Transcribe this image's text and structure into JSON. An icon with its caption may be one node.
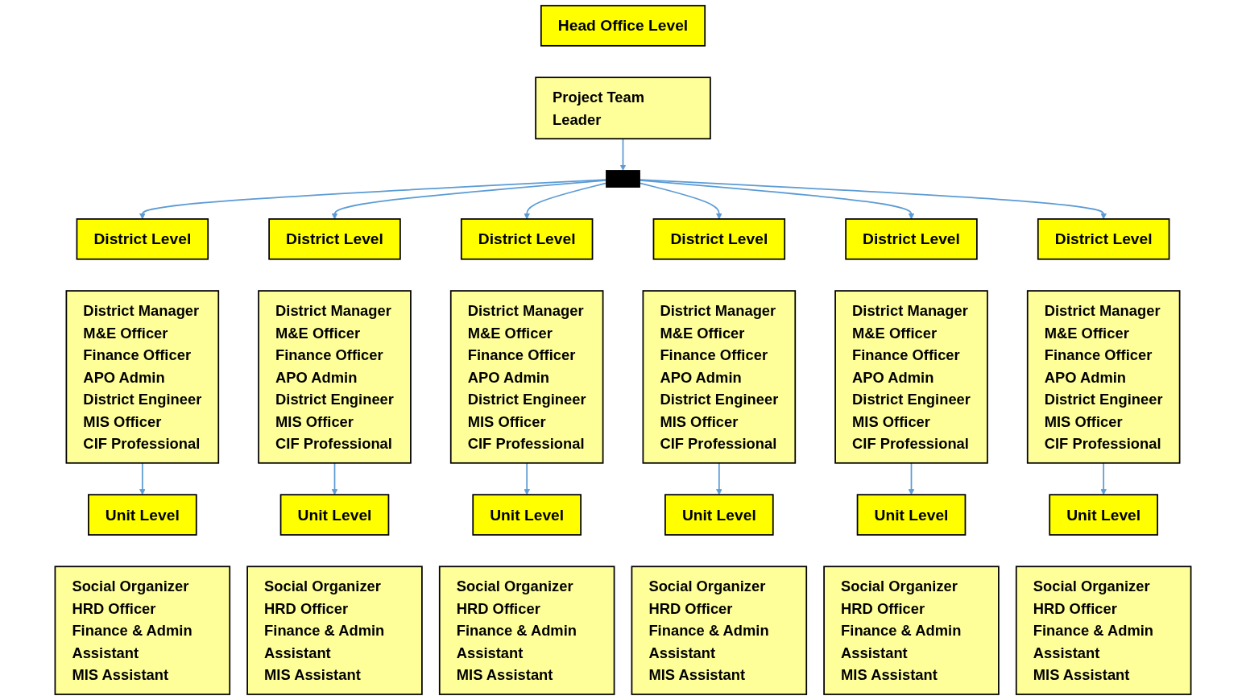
{
  "diagram": {
    "nodes": [
      {
        "text": [
          "Head Office Level"
        ]
      },
      {
        "text": [
          "Project Team Leader"
        ]
      },
      {
        "text": [],
        "shape": "bar"
      },
      {
        "text": [
          "District Level"
        ]
      },
      {
        "text": [
          "District Manager",
          "M&E Officer",
          "Finance Officer",
          "APO Admin",
          "District Engineer",
          "MIS Officer",
          "CIF Professional"
        ]
      },
      {
        "text": [
          "Unit Level"
        ]
      },
      {
        "text": [
          "Social Organizer",
          "HRD Officer",
          "Finance & Admin Assistant",
          "MIS Assistant"
        ]
      },
      {
        "text": [
          "District Level"
        ]
      },
      {
        "text": [
          "District Manager",
          "M&E Officer",
          "Finance Officer",
          "APO Admin",
          "District Engineer",
          "MIS Officer",
          "CIF Professional"
        ]
      },
      {
        "text": [
          "Unit Level"
        ]
      },
      {
        "text": [
          "Social Organizer",
          "HRD Officer",
          "Finance & Admin Assistant",
          "MIS Assistant"
        ]
      },
      {
        "text": [
          "District Level"
        ]
      },
      {
        "text": [
          "District Manager",
          "M&E Officer",
          "Finance Officer",
          "APO Admin",
          "District Engineer",
          "MIS Officer",
          "CIF Professional"
        ]
      },
      {
        "text": [
          "Unit Level"
        ]
      },
      {
        "text": [
          "Social Organizer",
          "HRD Officer",
          "Finance & Admin Assistant",
          "MIS Assistant"
        ]
      },
      {
        "text": [
          "District Level"
        ]
      },
      {
        "text": [
          "District Manager",
          "M&E Officer",
          "Finance Officer",
          "APO Admin",
          "District Engineer",
          "MIS Officer",
          "CIF Professional"
        ]
      },
      {
        "text": [
          "Unit Level"
        ]
      },
      {
        "text": [
          "Social Organizer",
          "HRD Officer",
          "Finance & Admin Assistant",
          "MIS Assistant"
        ]
      },
      {
        "text": [
          "District Level"
        ]
      },
      {
        "text": [
          "District Manager",
          "M&E Officer",
          "Finance Officer",
          "APO Admin",
          "District Engineer",
          "MIS Officer",
          "CIF Professional"
        ]
      },
      {
        "text": [
          "Unit Level"
        ]
      },
      {
        "text": [
          "Social Organizer",
          "HRD Officer",
          "Finance & Admin Assistant",
          "MIS Assistant"
        ]
      },
      {
        "text": [
          "District Level"
        ]
      },
      {
        "text": [
          "District Manager",
          "M&E Officer",
          "Finance Officer",
          "APO Admin",
          "District Engineer",
          "MIS Officer",
          "CIF Professional"
        ]
      },
      {
        "text": [
          "Unit Level"
        ]
      },
      {
        "text": [
          "Social Organizer",
          "HRD Officer",
          "Finance & Admin Assistant",
          "MIS Assistant"
        ]
      }
    ],
    "edges": [
      {
        "from": 1,
        "to": 2,
        "arrow": "to"
      },
      {
        "from": 2,
        "to": 3,
        "arrow": "to"
      },
      {
        "from": 2,
        "to": 7,
        "arrow": "to"
      },
      {
        "from": 2,
        "to": 11,
        "arrow": "to"
      },
      {
        "from": 2,
        "to": 15,
        "arrow": "to"
      },
      {
        "from": 2,
        "to": 19,
        "arrow": "to"
      },
      {
        "from": 2,
        "to": 23,
        "arrow": "to"
      },
      {
        "from": 4,
        "to": 5,
        "arrow": "to"
      },
      {
        "from": 8,
        "to": 9,
        "arrow": "to"
      },
      {
        "from": 12,
        "to": 13,
        "arrow": "to"
      },
      {
        "from": 16,
        "to": 17,
        "arrow": "to"
      },
      {
        "from": 20,
        "to": 21,
        "arrow": "to"
      },
      {
        "from": 24,
        "to": 25,
        "arrow": "to"
      }
    ]
  }
}
